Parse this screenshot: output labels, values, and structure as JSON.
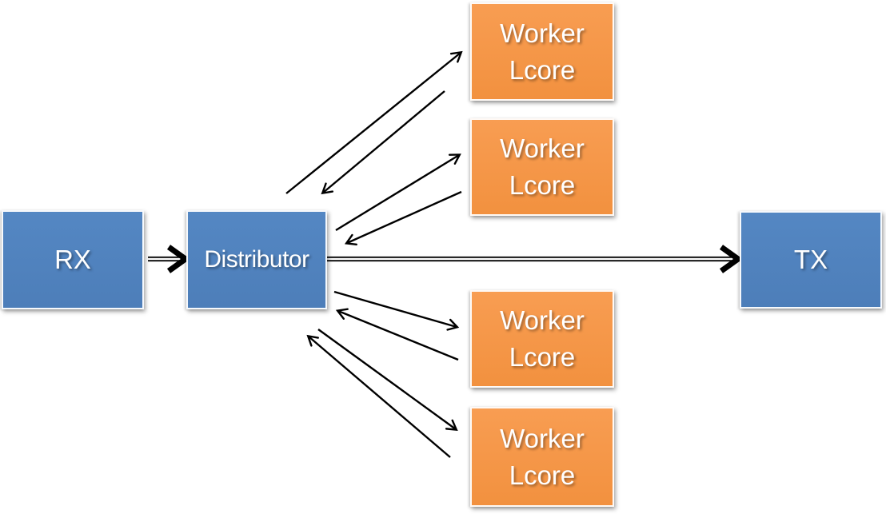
{
  "diagram": {
    "nodes": {
      "rx": {
        "label": "RX",
        "color": "#4F81BD"
      },
      "distributor": {
        "label": "Distributor",
        "color": "#4F81BD"
      },
      "tx": {
        "label": "TX",
        "color": "#4F81BD"
      },
      "workers": [
        {
          "label": "Worker\nLcore",
          "color": "#F79646"
        },
        {
          "label": "Worker\nLcore",
          "color": "#F79646"
        },
        {
          "label": "Worker\nLcore",
          "color": "#F79646"
        },
        {
          "label": "Worker\nLcore",
          "color": "#F79646"
        }
      ]
    },
    "edges": [
      {
        "from": "rx",
        "to": "distributor",
        "style": "double-line-arrow",
        "bidirectional": false
      },
      {
        "from": "distributor",
        "to": "worker-lcore-1",
        "style": "thin-arrow-pair",
        "bidirectional": true
      },
      {
        "from": "distributor",
        "to": "worker-lcore-2",
        "style": "thin-arrow-pair",
        "bidirectional": true
      },
      {
        "from": "distributor",
        "to": "worker-lcore-3",
        "style": "thin-arrow-pair",
        "bidirectional": true
      },
      {
        "from": "distributor",
        "to": "worker-lcore-4",
        "style": "thin-arrow-pair",
        "bidirectional": true
      },
      {
        "from": "distributor",
        "to": "tx",
        "style": "double-line-arrow",
        "bidirectional": false
      }
    ],
    "colors": {
      "node_blue": "#4F81BD",
      "node_orange": "#F79646",
      "arrow": "#000000",
      "label_text": "#FFFFFF",
      "background": "#FFFFFF"
    }
  }
}
